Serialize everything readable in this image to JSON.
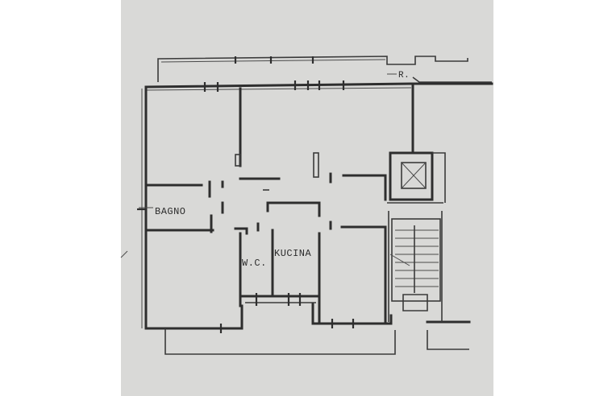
{
  "plan": {
    "rooms": [
      {
        "key": "bagno",
        "label": "BAGNO"
      },
      {
        "key": "wc",
        "label": "W.C."
      },
      {
        "key": "cucina",
        "label": "KUCINA"
      }
    ],
    "marks": {
      "r": "R."
    }
  }
}
